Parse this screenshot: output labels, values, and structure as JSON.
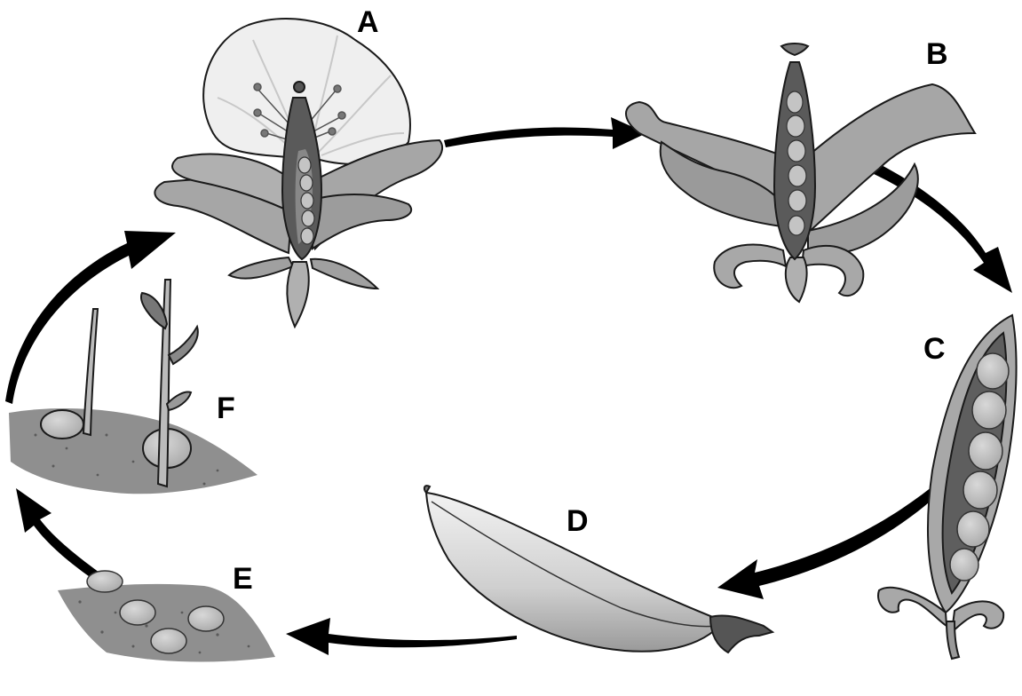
{
  "labels": {
    "a": "A",
    "b": "B",
    "c": "C",
    "d": "D",
    "e": "E",
    "f": "F"
  },
  "colors": {
    "outline": "#1a1a1a",
    "petal_light": "#eeeeee",
    "sepal": "#a6a6a6",
    "sepal_dark": "#7d7d7d",
    "ovary": "#5a5a5a",
    "seed": "#bdbdbd",
    "soil": "#8f8f8f",
    "arrow": "#000000"
  }
}
